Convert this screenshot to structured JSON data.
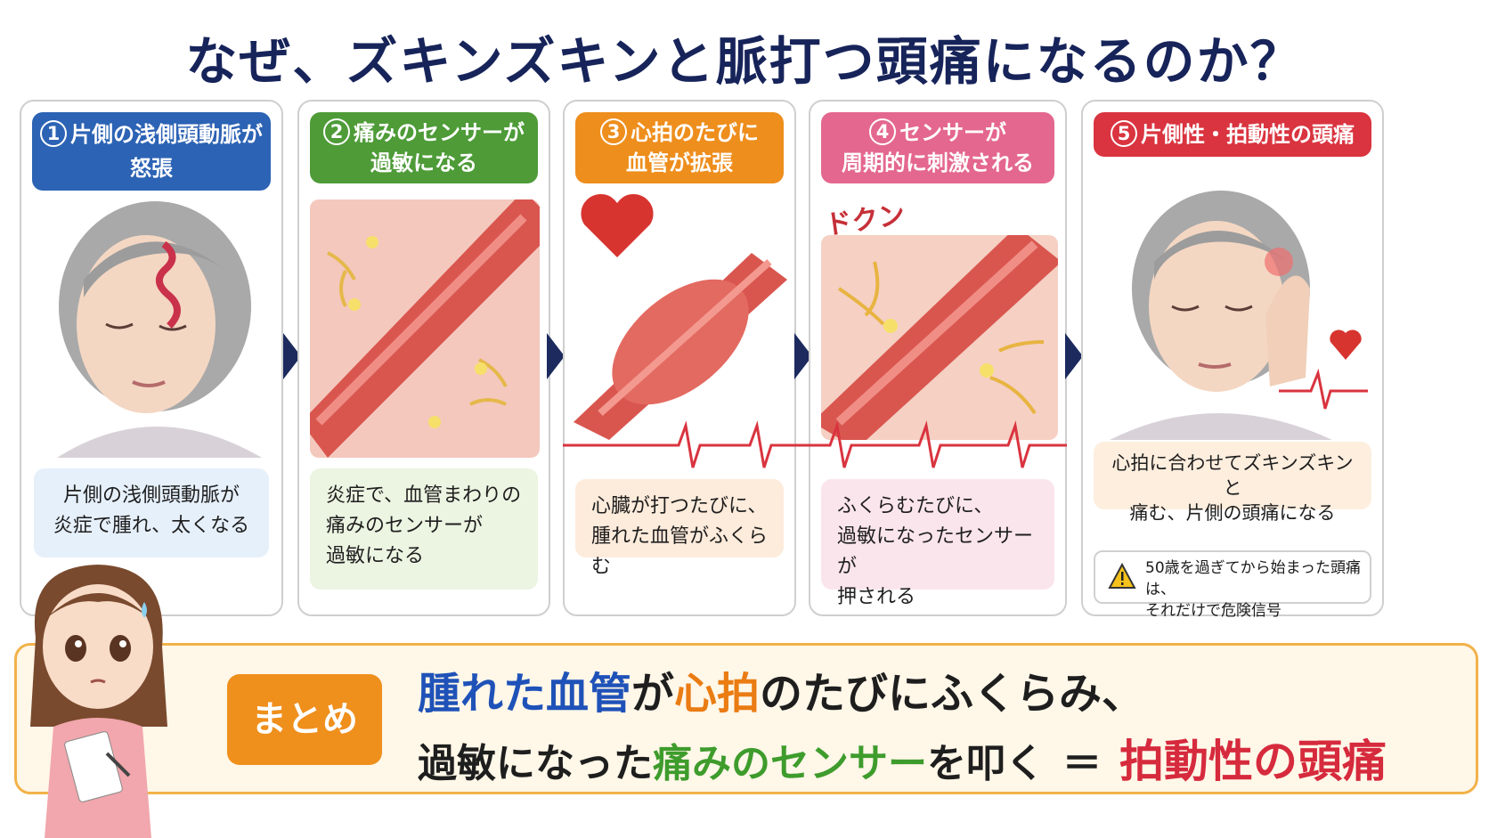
{
  "title": "なぜ、ズキンズキンと脈打つ頭痛になるのか？",
  "steps": [
    {
      "num": "1",
      "head": "片側の浅側頭動脈が怒張",
      "desc_lines": [
        "片側の浅側頭動脈が",
        "炎症で腫れ、太くなる"
      ],
      "color": "#2c63b4"
    },
    {
      "num": "2",
      "head_lines": [
        "痛みのセンサーが",
        "過敏になる"
      ],
      "desc_lines": [
        "炎症で、血管まわりの",
        "痛みのセンサーが",
        "過敏になる"
      ],
      "color": "#4e9b38"
    },
    {
      "num": "3",
      "head_lines": [
        "心拍のたびに",
        "血管が拡張"
      ],
      "desc_lines": [
        "心臓が打つたびに、",
        "腫れた血管がふくらむ"
      ],
      "color": "#ee8e1d"
    },
    {
      "num": "4",
      "head_lines": [
        "センサーが",
        "周期的に刺激される"
      ],
      "desc_lines": [
        "ふくらむたびに、",
        "過敏になったセンサーが",
        "押される"
      ],
      "color": "#e4678f",
      "sound": "ドクン"
    },
    {
      "num": "5",
      "head": "片側性・拍動性の頭痛",
      "desc_lines": [
        "心拍に合わせてズキンズキンと",
        "痛む、片側の頭痛になる"
      ],
      "color": "#d9343f",
      "warning_lines": [
        "50歳を過ぎてから始まった頭痛は、",
        "それだけで危険信号"
      ]
    }
  ],
  "summary": {
    "label": "まとめ",
    "line1": {
      "a": "腫れた血管",
      "b": "が",
      "c": "心拍",
      "d": "のたびにふくらみ、"
    },
    "line2": {
      "a": "過敏になった",
      "b": "痛みのセンサー",
      "c": "を叩く",
      "d": "＝",
      "e": "拍動性の頭痛"
    }
  },
  "icons": [
    "arrow-right-icon",
    "heart-icon",
    "warning-icon",
    "ecg-line-icon"
  ]
}
